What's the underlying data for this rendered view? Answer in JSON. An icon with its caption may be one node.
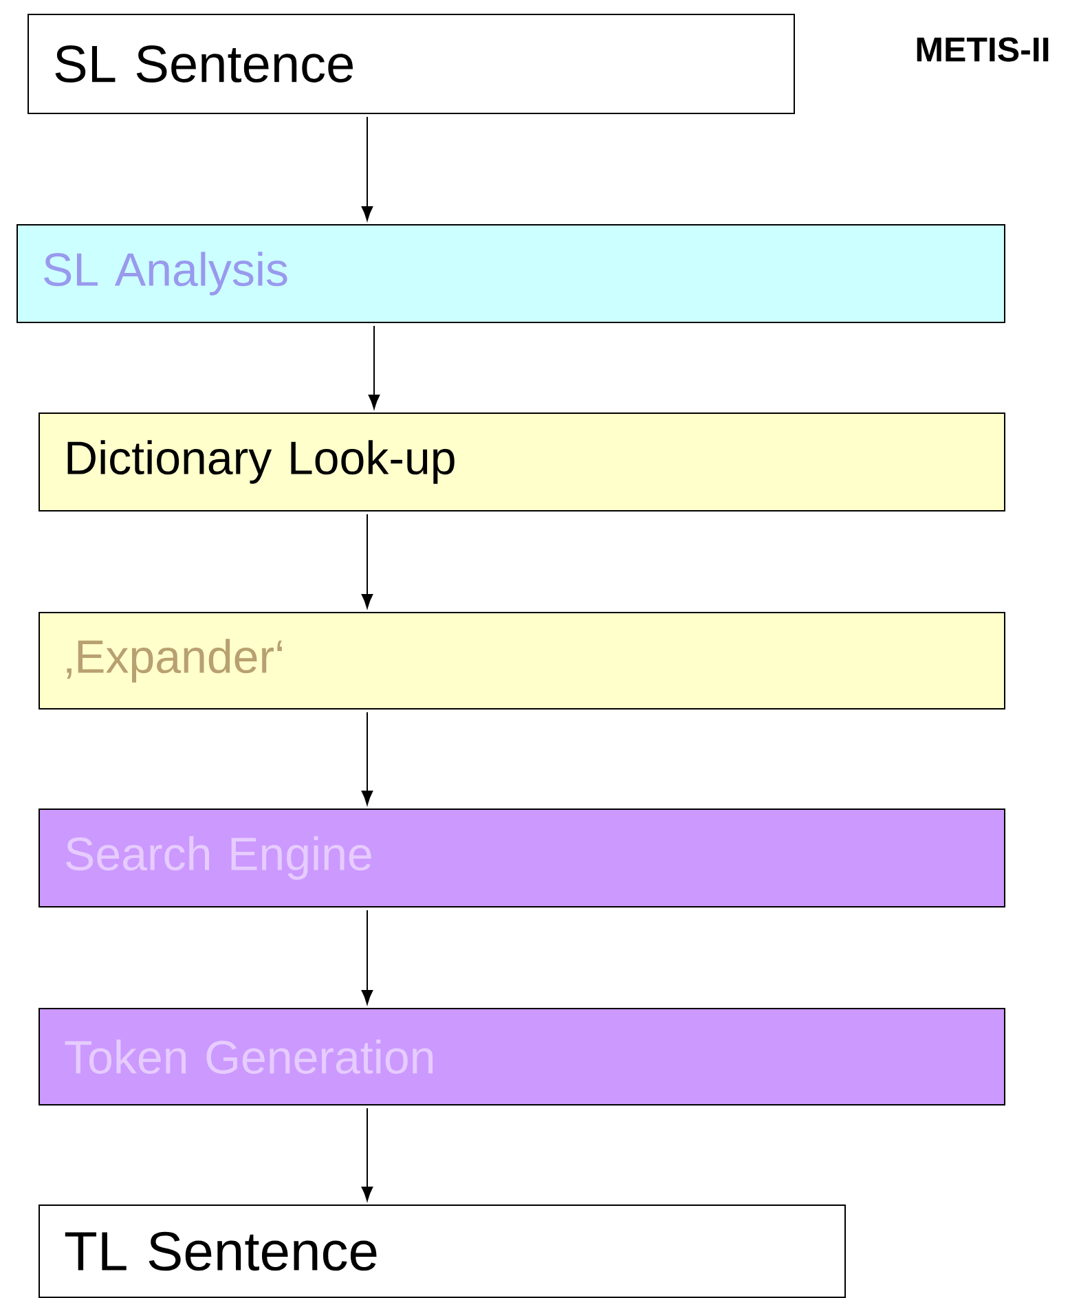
{
  "diagram": {
    "title": "METIS-II",
    "nodes": [
      {
        "text": [
          "SL Sentence"
        ]
      },
      {
        "text": [
          "SL Analysis"
        ]
      },
      {
        "text": [
          "Dictionary Look-up"
        ]
      },
      {
        "text": [
          "‚Expander‘"
        ]
      },
      {
        "text": [
          "Search Engine"
        ]
      },
      {
        "text": [
          "Token Generation"
        ]
      },
      {
        "text": [
          "TL Sentence"
        ]
      }
    ],
    "edges": [
      {
        "from": 0,
        "to": 1,
        "arrow": "to"
      },
      {
        "from": 1,
        "to": 2,
        "arrow": "to"
      },
      {
        "from": 2,
        "to": 3,
        "arrow": "to"
      },
      {
        "from": 3,
        "to": 4,
        "arrow": "to"
      },
      {
        "from": 4,
        "to": 5,
        "arrow": "to"
      },
      {
        "from": 5,
        "to": 6,
        "arrow": "to"
      }
    ]
  }
}
